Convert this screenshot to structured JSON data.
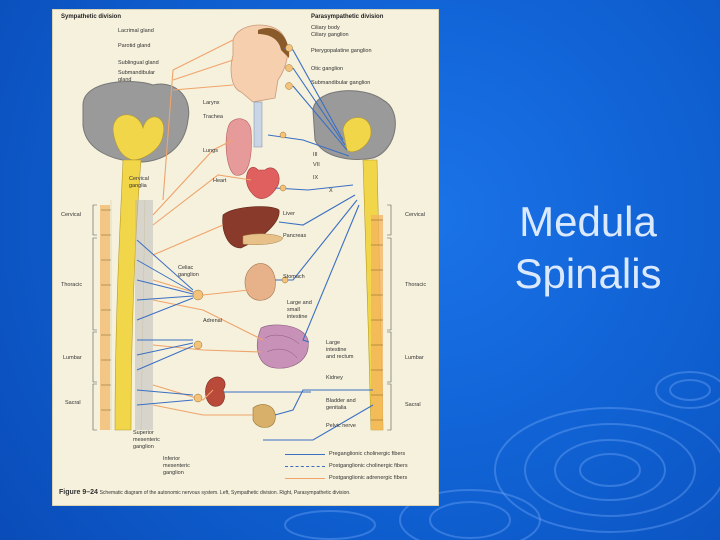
{
  "slide": {
    "title_line1": "Medula",
    "title_line2": "Spinalis"
  },
  "colors": {
    "background": "#1366dc",
    "title_text": "#dbe9ff",
    "preganglionic": "#3b6fc4",
    "postganglionic_cholinergic": "#3b6fc4",
    "postganglionic_adrenergic": "#f0a36a",
    "spinal_cord": "#f2d64a"
  },
  "figure": {
    "left_header": "Sympathetic division",
    "right_header": "Parasympathetic division",
    "left_labels": {
      "lacrimal": "Lacrimal gland",
      "parotid": "Parotid gland",
      "sublingual": "Sublingual gland",
      "submandibular1": "Submandibular",
      "submandibular2": "gland",
      "cervical_ganglia1": "Cervical",
      "cervical_ganglia2": "ganglia",
      "celiac1": "Celiac",
      "celiac2": "ganglion",
      "adrenal": "Adrenal",
      "sup_mes1": "Superior",
      "sup_mes2": "mesenteric",
      "sup_mes3": "ganglion",
      "inf_mes1": "Inferior",
      "inf_mes2": "mesenteric",
      "inf_mes3": "ganglion",
      "cervical": "Cervical",
      "thoracic": "Thoracic",
      "lumbar": "Lumbar",
      "sacral": "Sacral"
    },
    "right_labels": {
      "ciliary_body": "Ciliary body",
      "ciliary_ganglion": "Ciliary ganglion",
      "pterygopalatine": "Pterygopalatine ganglion",
      "otic": "Otic ganglion",
      "submandibular_ganglion": "Submandibular ganglion",
      "cervical": "Cervical",
      "thoracic": "Thoracic",
      "lumbar": "Lumbar",
      "sacral": "Sacral",
      "n3": "III",
      "n7": "VII",
      "n9": "IX",
      "n10": "X"
    },
    "organ_labels": {
      "larynx": "Larynx",
      "trachea": "Trachea",
      "lungs": "Lungs",
      "heart": "Heart",
      "liver": "Liver",
      "pancreas": "Pancreas",
      "stomach": "Stomach",
      "small1": "Large and",
      "small2": "small",
      "small3": "intestine",
      "large1": "Large",
      "large2": "intestine",
      "large3": "and rectum",
      "kidney": "Kidney",
      "bladder1": "Bladder and",
      "bladder2": "genitalia",
      "pelvic": "Pelvic nerve"
    },
    "legend": [
      {
        "label": "Preganglionic cholinergic fibers"
      },
      {
        "label": "Postganglionic cholinergic fibers"
      },
      {
        "label": "Postganglionic adrenergic fibers"
      }
    ],
    "caption_fig": "Figure 9–24",
    "caption_text": "Schematic diagram of the autonomic nervous system. Left, Sympathetic division. Right, Parasympathetic division."
  }
}
